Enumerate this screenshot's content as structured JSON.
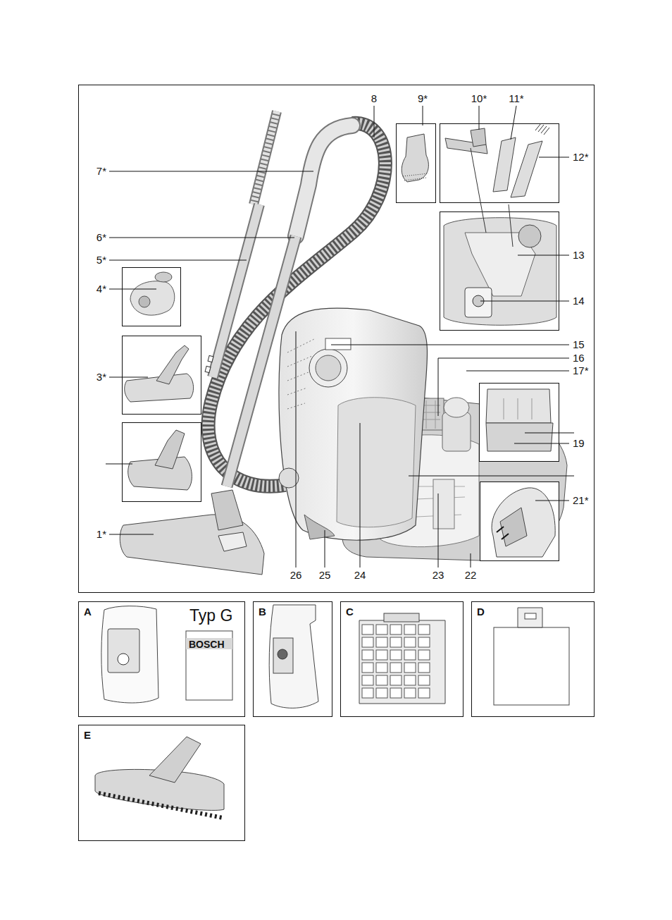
{
  "diagram": {
    "nodes": [
      {
        "text": [
          "A",
          "Typ G",
          "BOSCH"
        ]
      },
      {
        "text": [
          "B"
        ]
      },
      {
        "text": [
          "C"
        ]
      },
      {
        "text": [
          "D"
        ]
      },
      {
        "text": [
          "E"
        ]
      }
    ],
    "labels": [
      "8",
      "9*",
      "10*",
      "11*",
      "7*",
      "12*",
      "6*",
      "5*",
      "13",
      "4*",
      "14",
      "15",
      "16",
      "3*",
      "17*",
      "19",
      "21*",
      "1*",
      "26",
      "25",
      "24",
      "23",
      "22"
    ]
  }
}
